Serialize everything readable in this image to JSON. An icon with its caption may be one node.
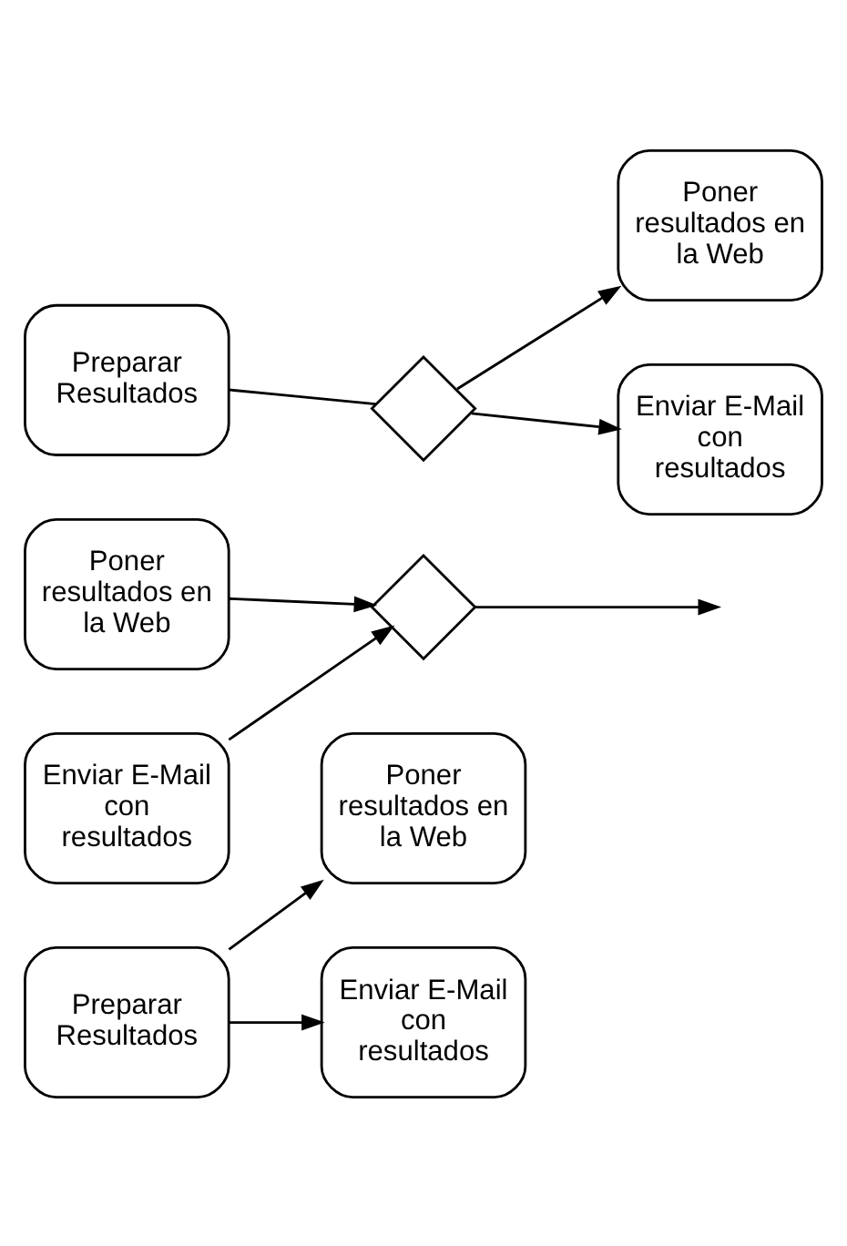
{
  "diagram": {
    "nodes": [
      {
        "text": [
          "Preparar Resultados"
        ]
      },
      {
        "text": [],
        "shape": "diamond"
      },
      {
        "text": [
          "Poner resultados en la Web"
        ]
      },
      {
        "text": [
          "Enviar E-Mail con resultados"
        ]
      },
      {
        "text": [
          "Poner resultados en la Web"
        ]
      },
      {
        "text": [
          "Enviar E-Mail con resultados"
        ]
      },
      {
        "text": [],
        "shape": "diamond"
      },
      {
        "text": [
          "Preparar Resultados"
        ]
      },
      {
        "text": [
          "Poner resultados en la Web"
        ]
      },
      {
        "text": [
          "Enviar E-Mail con resultados"
        ]
      }
    ],
    "edges": [
      {
        "from": 0,
        "to": 1,
        "arrow": "none"
      },
      {
        "from": 1,
        "to": 2,
        "arrow": "to"
      },
      {
        "from": 1,
        "to": 3,
        "arrow": "to"
      },
      {
        "from": 4,
        "to": 6,
        "arrow": "to"
      },
      {
        "from": 5,
        "to": 6,
        "arrow": "to"
      },
      {
        "from": 6,
        "to": null,
        "arrow": "to"
      },
      {
        "from": 7,
        "to": 8,
        "arrow": "to"
      },
      {
        "from": 7,
        "to": 9,
        "arrow": "to"
      }
    ]
  }
}
